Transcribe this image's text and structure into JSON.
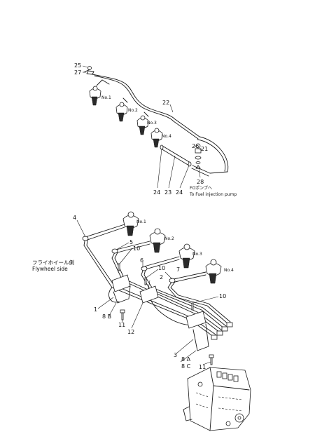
{
  "top_assembly": {
    "callouts": {
      "c25": "25",
      "c27": "27",
      "c22": "22",
      "c26": "26",
      "c21": "21",
      "c28": "28",
      "c24a": "24",
      "c23": "23",
      "c24b": "24"
    },
    "nozzles": [
      "No.1",
      "No.2",
      "No.3",
      "No.4"
    ],
    "pump_note_jp": "FOポンプへ",
    "pump_note_en": "To Fuel injection pump"
  },
  "bottom_assembly": {
    "callouts": {
      "c4": "4",
      "c5": "5",
      "c10a": "10",
      "c6": "6",
      "c10b": "10",
      "c7": "7",
      "c2": "2",
      "c10c": "10",
      "c1": "1",
      "c8b": "8 B",
      "c11a": "11",
      "c12": "12",
      "c3": "3",
      "c8a": "8 A",
      "c8c": "8 C",
      "c11b": "11"
    },
    "nozzles": [
      "No.1",
      "No.2",
      "No.3",
      "No.4"
    ],
    "flywheel_jp": "フライホイール側",
    "flywheel_en": "Flywheel side"
  }
}
